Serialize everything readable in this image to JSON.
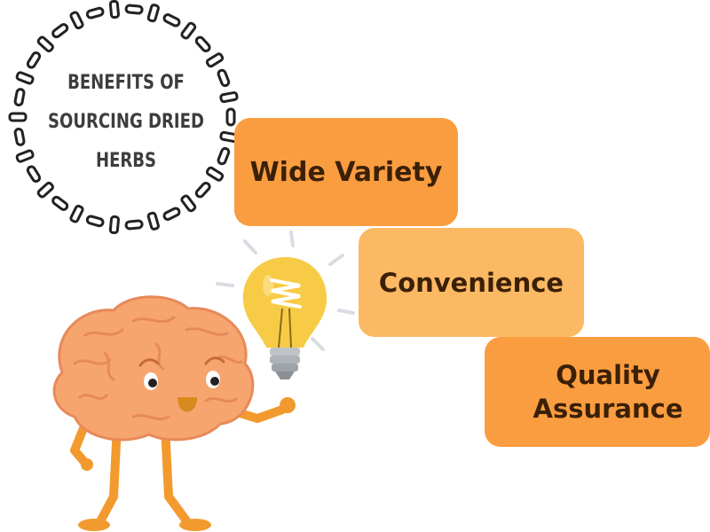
{
  "title": {
    "line1": "BENEFITS OF",
    "line2": "SOURCING DRIED",
    "line3": "HERBS"
  },
  "cards": [
    {
      "label": "Wide Variety"
    },
    {
      "label_line1": "Convenience"
    },
    {
      "label_line1": "Quality",
      "label_line2": "Assurance"
    }
  ],
  "colors": {
    "card_dark": "#fa9d40",
    "card_light": "#fcb963",
    "text": "#3b2008",
    "brain": "#f6a56e",
    "brain_outline": "#e8895a",
    "bulb": "#f7cb45",
    "legs": "#f29a2e",
    "chain": "#222222"
  },
  "icons": {
    "frame": "chain-ring-icon",
    "character": "brain-character-icon",
    "idea": "light-bulb-icon"
  }
}
